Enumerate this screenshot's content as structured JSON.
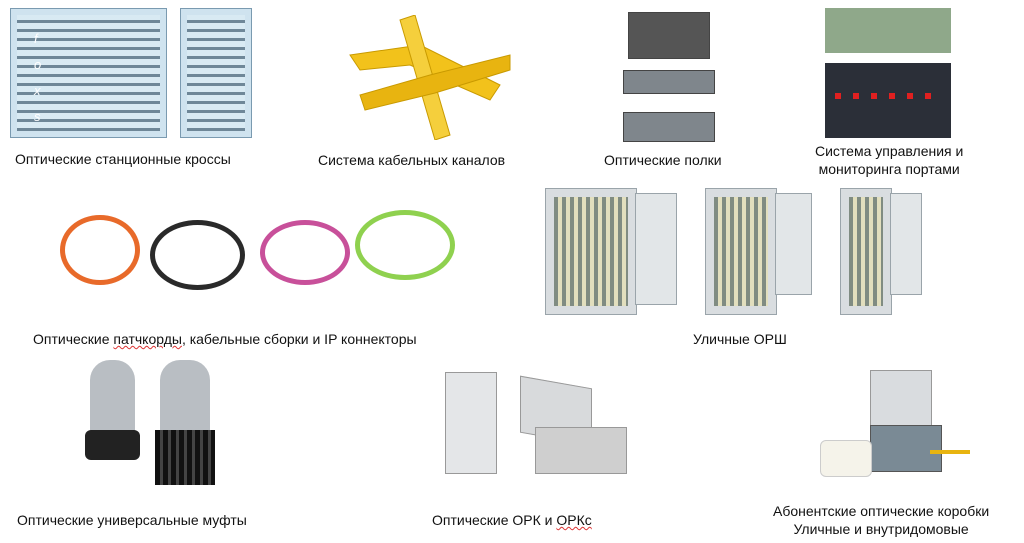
{
  "captions": {
    "station_cross": "Оптические станционные кроссы",
    "cable_channels": "Система кабельных каналов",
    "shelves": "Оптические полки",
    "port_mgmt_line1": "Система управления и",
    "port_mgmt_line2": "мониторинга портами",
    "patchcords_a": "Оптические ",
    "patchcords_b": "патчкорды",
    "patchcords_c": ", кабельные сборки и IP коннекторы",
    "street_orsh": "Уличные ОРШ",
    "closures": "Оптические универсальные муфты",
    "ork_a": "Оптические ОРК и ",
    "ork_b": "ОРКс",
    "subscriber_line1": "Абонентские оптические коробки",
    "subscriber_line2": "Уличные и внутридомовые"
  },
  "logo_letters": [
    "f",
    "o",
    "x",
    "s"
  ],
  "colors": {
    "cable_yellow": "#f2c21b",
    "patch_magenta": "#c8509a",
    "patch_green": "#8fd14f",
    "patch_black": "#2a2a2a",
    "patch_orange": "#e86a2a"
  }
}
